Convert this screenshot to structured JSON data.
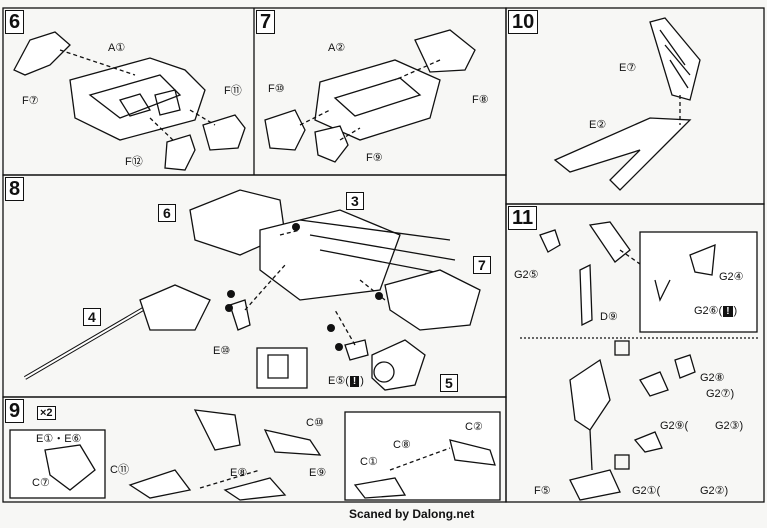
{
  "steps": {
    "s6": "6",
    "s7": "7",
    "s10": "10",
    "s8": "8",
    "s11": "11",
    "s9": "9"
  },
  "multiplier": "×2",
  "step6": {
    "a": "A①",
    "f7": "F⑦",
    "f11": "F⑪",
    "f12": "F⑫"
  },
  "step7": {
    "a": "A②",
    "f10": "F⑩",
    "f8": "F⑧",
    "f9": "F⑨"
  },
  "step10": {
    "e7": "E⑦",
    "e2": "E②"
  },
  "step8": {
    "box6": "6",
    "box3": "3",
    "box7": "7",
    "box4": "4",
    "box5": "5",
    "e10": "E⑩",
    "e5": "E⑤("
  },
  "step11": {
    "g25": "G2⑤",
    "d9": "D⑨",
    "g24": "G2④",
    "g26": "G2⑥(",
    "g28": "G2⑧",
    "g27": "G2⑦)",
    "g29": "G2⑨(",
    "g23": "G2③)",
    "f5": "F⑤",
    "g21": "G2①(",
    "g22": "G2②)"
  },
  "step9": {
    "e16": "E①・E⑥",
    "c7": "C⑦",
    "c10": "C⑩",
    "c11": "C⑪",
    "e8": "E⑧",
    "e9": "E⑨",
    "c2": "C②",
    "c8": "C⑧",
    "c1": "C①"
  },
  "warn_glyph": "!",
  "credit": "Scaned by Dalong.net"
}
